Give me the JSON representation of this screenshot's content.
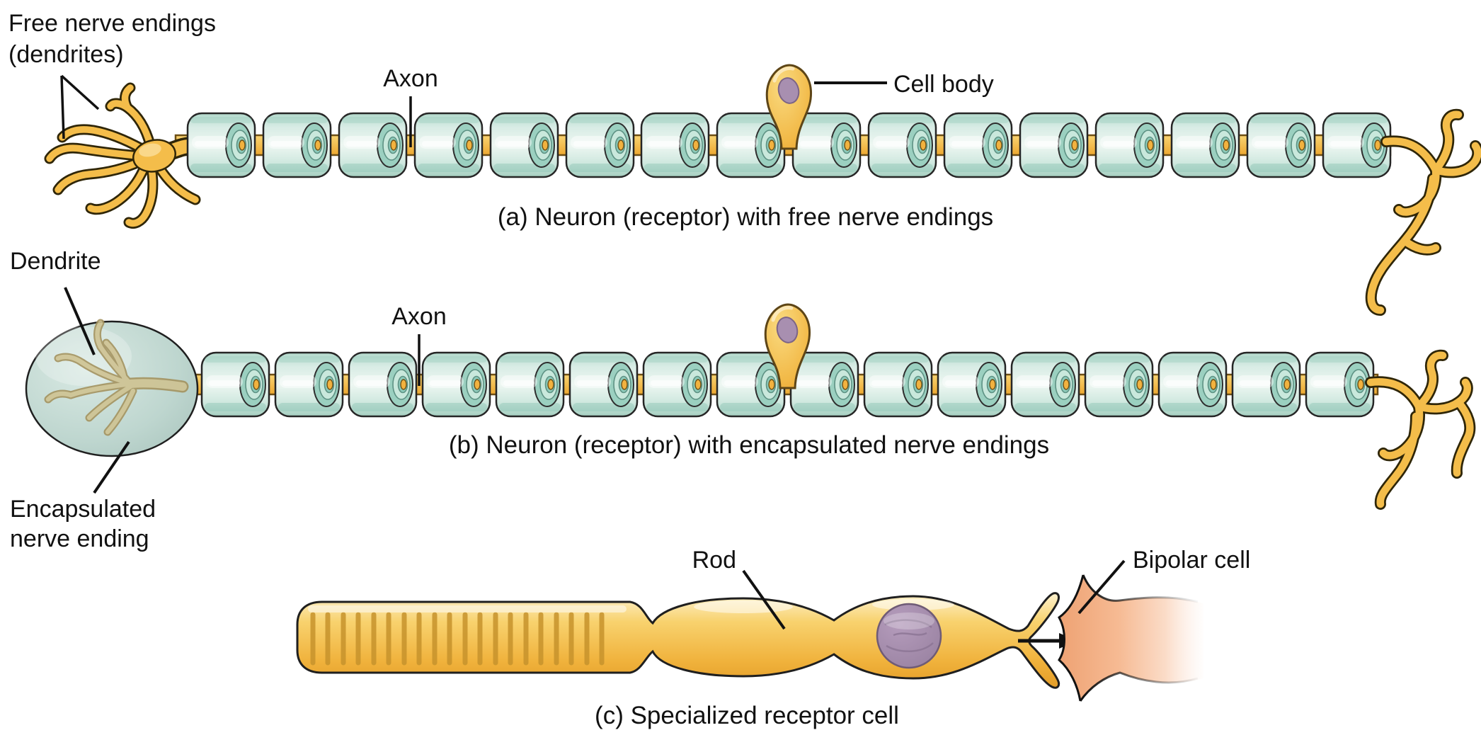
{
  "panel_a": {
    "caption": "(a) Neuron (receptor) with free nerve endings",
    "labels": {
      "free_nerve_endings_line1": "Free nerve endings",
      "free_nerve_endings_line2": "(dendrites)",
      "axon": "Axon",
      "cell_body": "Cell body"
    }
  },
  "panel_b": {
    "caption": "(b) Neuron (receptor) with encapsulated nerve endings",
    "labels": {
      "dendrite": "Dendrite",
      "axon": "Axon",
      "encapsulated_line1": "Encapsulated",
      "encapsulated_line2": "nerve ending"
    }
  },
  "panel_c": {
    "caption": "(c) Specialized receptor cell",
    "labels": {
      "rod": "Rod",
      "bipolar_cell": "Bipolar cell"
    }
  },
  "colors": {
    "myelin_sheath": "#cfe8df",
    "myelin_ring": "#8ccaba",
    "axon_gold": "#f3b33c",
    "cell_body_gold": "#f4c14c",
    "nucleus_purple": "#a88fb0",
    "capsule_teal": "#bad2cb",
    "inner_dendrite_tan": "#cfc392",
    "bipolar_salmon": "#eea273",
    "outline_dark": "#1f1f1f",
    "label_text": "#111111"
  }
}
